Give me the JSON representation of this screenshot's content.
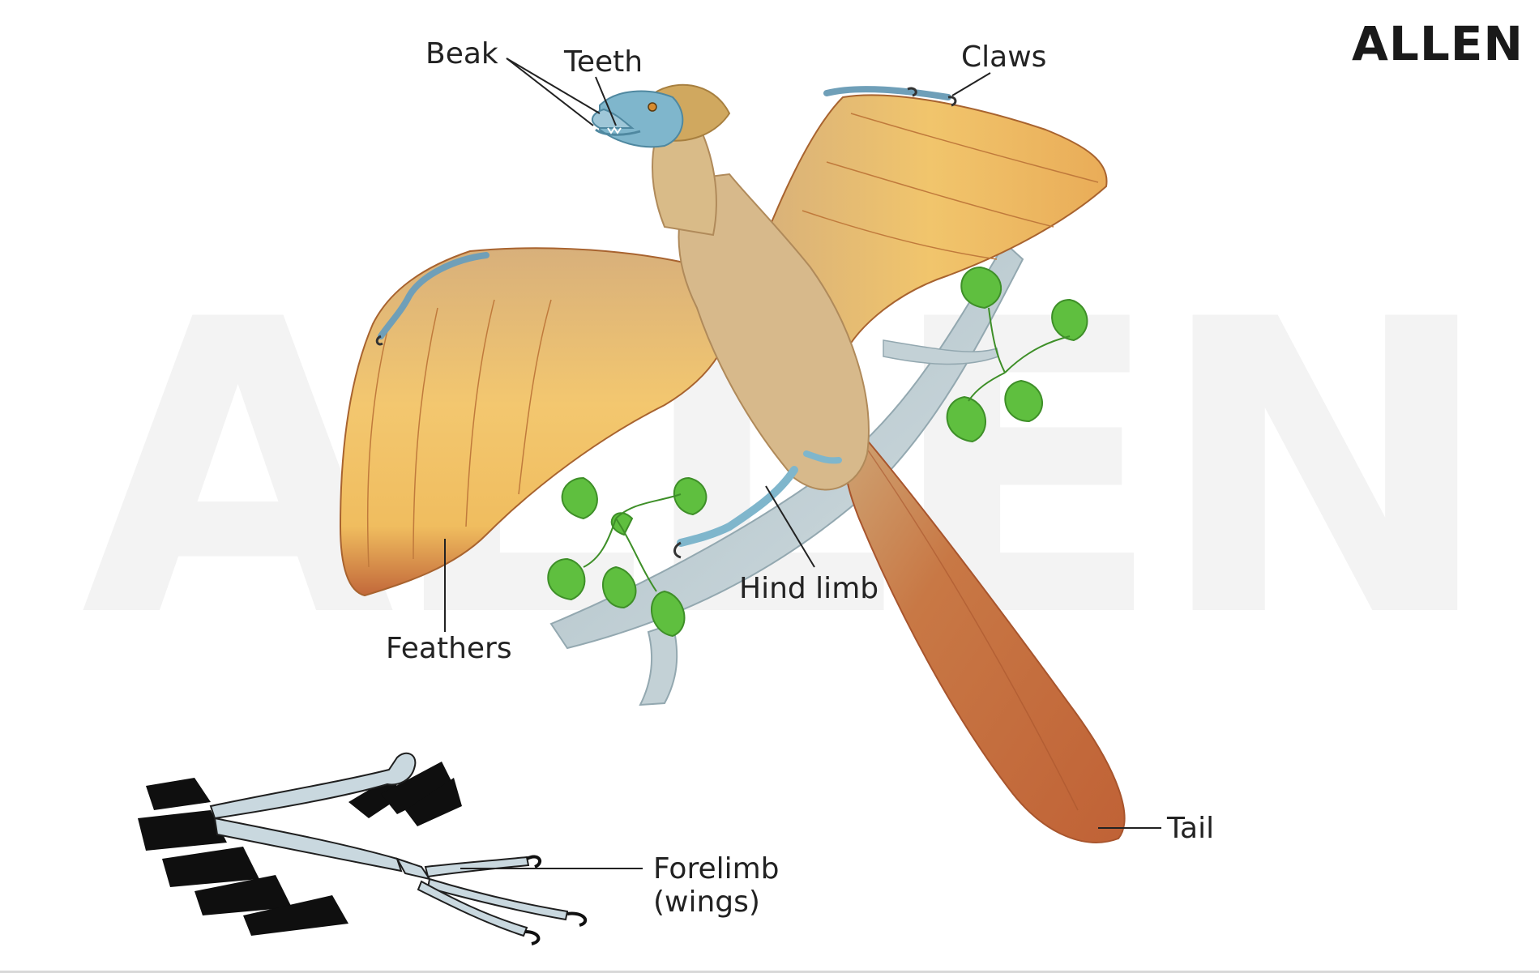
{
  "brand": {
    "logo_text": "ALLEN",
    "watermark_text": "ALLEN"
  },
  "labels": {
    "beak": "Beak",
    "teeth": "Teeth",
    "claws": "Claws",
    "feathers": "Feathers",
    "hind_limb": "Hind limb",
    "tail": "Tail",
    "forelimb_line1": "Forelimb",
    "forelimb_line2": "(wings)"
  },
  "colors": {
    "feather_light": "#f1c46b",
    "feather_mid": "#d9b27a",
    "feather_rust": "#c0683a",
    "body": "#d7b98b",
    "head_blue": "#7fb6cc",
    "branch": "#b9c9cf",
    "leaf": "#5fbf3f",
    "bone": "#c9d8df",
    "ink": "#222222"
  }
}
